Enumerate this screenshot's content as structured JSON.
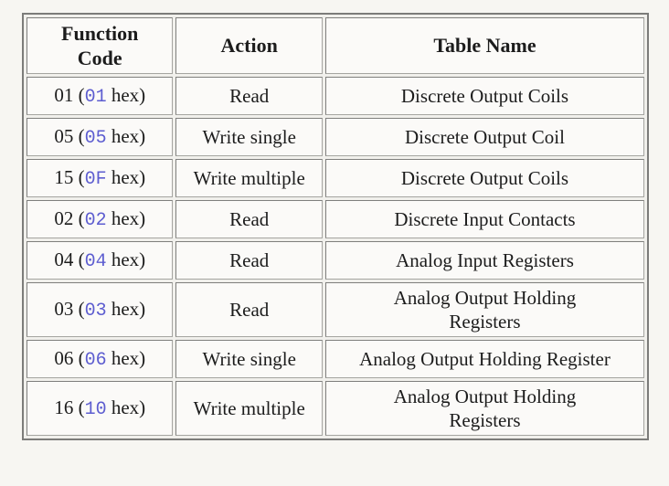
{
  "page": {
    "background_color": "#f7f6f2",
    "cell_background_color": "#fbfaf8",
    "border_color": "#7c7c7a",
    "text_color": "#1c1c1c",
    "hex_code_color": "#5d5dd0"
  },
  "table": {
    "columns": [
      {
        "key": "function_code",
        "label": "Function Code"
      },
      {
        "key": "action",
        "label": "Action"
      },
      {
        "key": "table_name",
        "label": "Table Name"
      }
    ],
    "rows": [
      {
        "code_before": "01 (",
        "code_hex": "01",
        "code_after": " hex)",
        "action": "Read",
        "table_name": "Discrete Output Coils"
      },
      {
        "code_before": "05 (",
        "code_hex": "05",
        "code_after": " hex)",
        "action": "Write single",
        "table_name": "Discrete Output Coil"
      },
      {
        "code_before": "15 (",
        "code_hex": "0F",
        "code_after": " hex)",
        "action": "Write multiple",
        "table_name": "Discrete Output Coils"
      },
      {
        "code_before": "02 (",
        "code_hex": "02",
        "code_after": " hex)",
        "action": "Read",
        "table_name": "Discrete Input Contacts"
      },
      {
        "code_before": "04 (",
        "code_hex": "04",
        "code_after": " hex)",
        "action": "Read",
        "table_name": "Analog Input Registers"
      },
      {
        "code_before": "03 (",
        "code_hex": "03",
        "code_after": " hex)",
        "action": "Read",
        "table_name": "Analog Output Holding Registers"
      },
      {
        "code_before": "06 (",
        "code_hex": "06",
        "code_after": " hex)",
        "action": "Write single",
        "table_name": "Analog Output Holding Register"
      },
      {
        "code_before": "16 (",
        "code_hex": "10",
        "code_after": " hex)",
        "action": "Write multiple",
        "table_name": "Analog Output Holding Registers"
      }
    ]
  }
}
